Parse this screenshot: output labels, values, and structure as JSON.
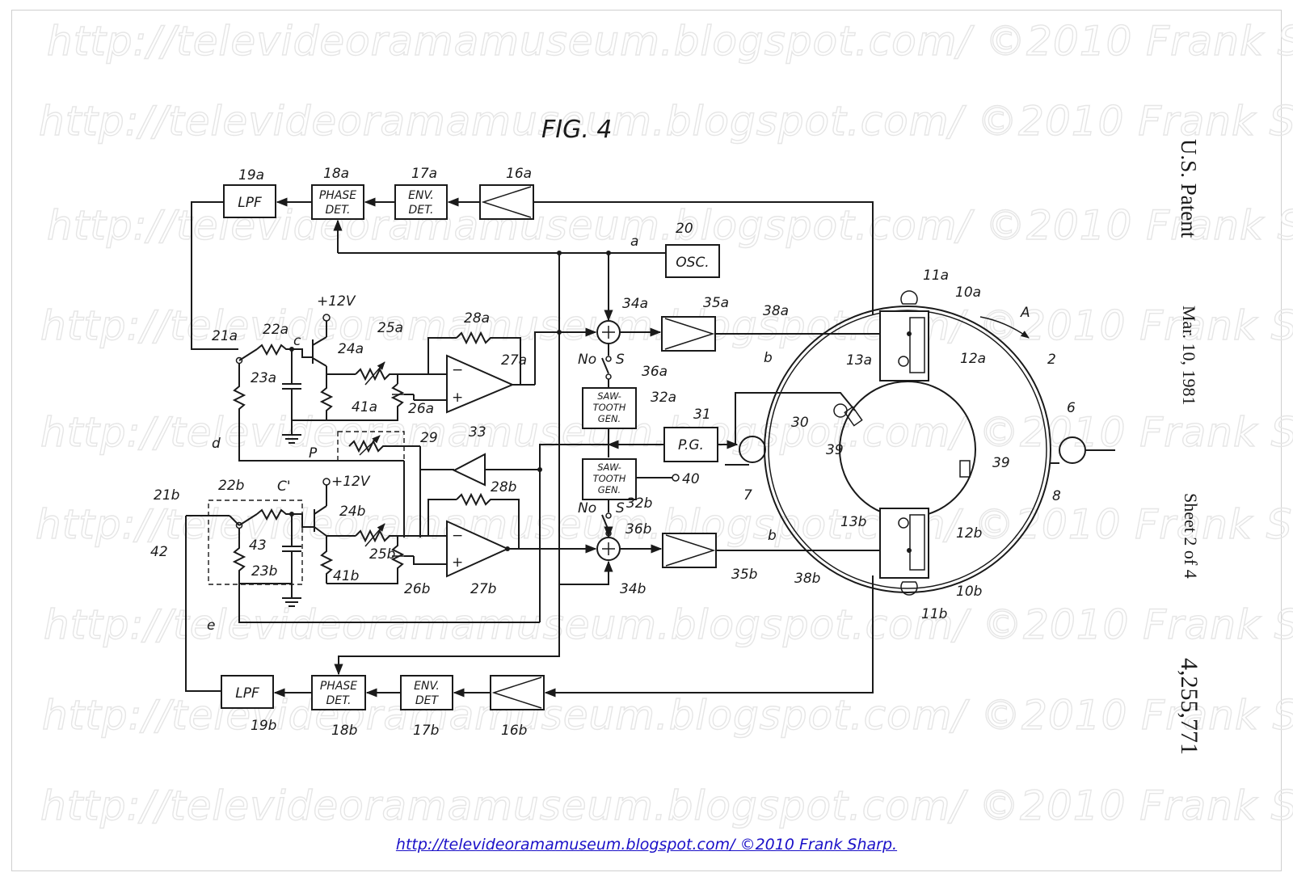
{
  "watermark": "http://televideoramamuseum.blogspot.com/ ©2010 Frank Sharp.",
  "figure_title": "FIG. 4",
  "side_text": {
    "patent": "U.S. Patent",
    "date": "Mar. 10, 1981",
    "sheet": "Sheet 2 of 4",
    "number": "4,255,771"
  },
  "blocks": {
    "lpf_a": "LPF",
    "phase_a": [
      "PHASE",
      "DET."
    ],
    "env_a": [
      "ENV.",
      "DET."
    ],
    "osc": "OSC.",
    "pg": "P.G.",
    "saw_a": [
      "SAW-",
      "TOOTH",
      "GEN."
    ],
    "saw_b": [
      "SAW-",
      "TOOTH",
      "GEN."
    ],
    "lpf_b": "LPF",
    "phase_b": [
      "PHASE",
      "DET."
    ],
    "env_b": [
      "ENV.",
      "DET"
    ]
  },
  "labels": {
    "l19a": "19a",
    "l18a": "18a",
    "l17a": "17a",
    "l16a": "16a",
    "l20": "20",
    "la": "a",
    "l34a": "34a",
    "l35a": "35a",
    "l38a": "38a",
    "lb_top": "b",
    "l11a": "11a",
    "l10a": "10a",
    "lA": "A",
    "l2": "2",
    "l6": "6",
    "l12a": "12a",
    "l13a": "13a",
    "l12v_a": "+12V",
    "l28a": "28a",
    "l25a": "25a",
    "l24a": "24a",
    "l22a": "22a",
    "l21a": "21a",
    "lc": "c",
    "l23a": "23a",
    "l41a": "41a",
    "l26a": "26a",
    "l27a": "27a",
    "l36a": "36a",
    "l32a": "32a",
    "l31": "31",
    "l30": "30",
    "l39a": "39",
    "l39b": "39",
    "lno_a": "No",
    "ls_a": "S",
    "lno_b": "No",
    "ls_b": "S",
    "ld": "d",
    "lP": "P",
    "l29": "29",
    "l33": "33",
    "l7": "7",
    "l8": "8",
    "l40": "40",
    "l21b": "21b",
    "l22b": "22b",
    "lc2": "C'",
    "l12v_b": "+12V",
    "l28b": "28b",
    "l24b": "24b",
    "l42": "42",
    "l43": "43",
    "l23b": "23b",
    "l41b": "41b",
    "l25b": "25b",
    "l26b": "26b",
    "l27b": "27b",
    "l34b": "34b",
    "l35b": "35b",
    "l38b": "38b",
    "lb_bot": "b",
    "l32b": "32b",
    "l36b": "36b",
    "l13b": "13b",
    "l12b": "12b",
    "l10b": "10b",
    "l11b": "11b",
    "le": "e",
    "l19b": "19b",
    "l18b": "18b",
    "l17b": "17b",
    "l16b": "16b"
  },
  "footer": "http://televideoramamuseum.blogspot.com/ ©2010 Frank Sharp."
}
